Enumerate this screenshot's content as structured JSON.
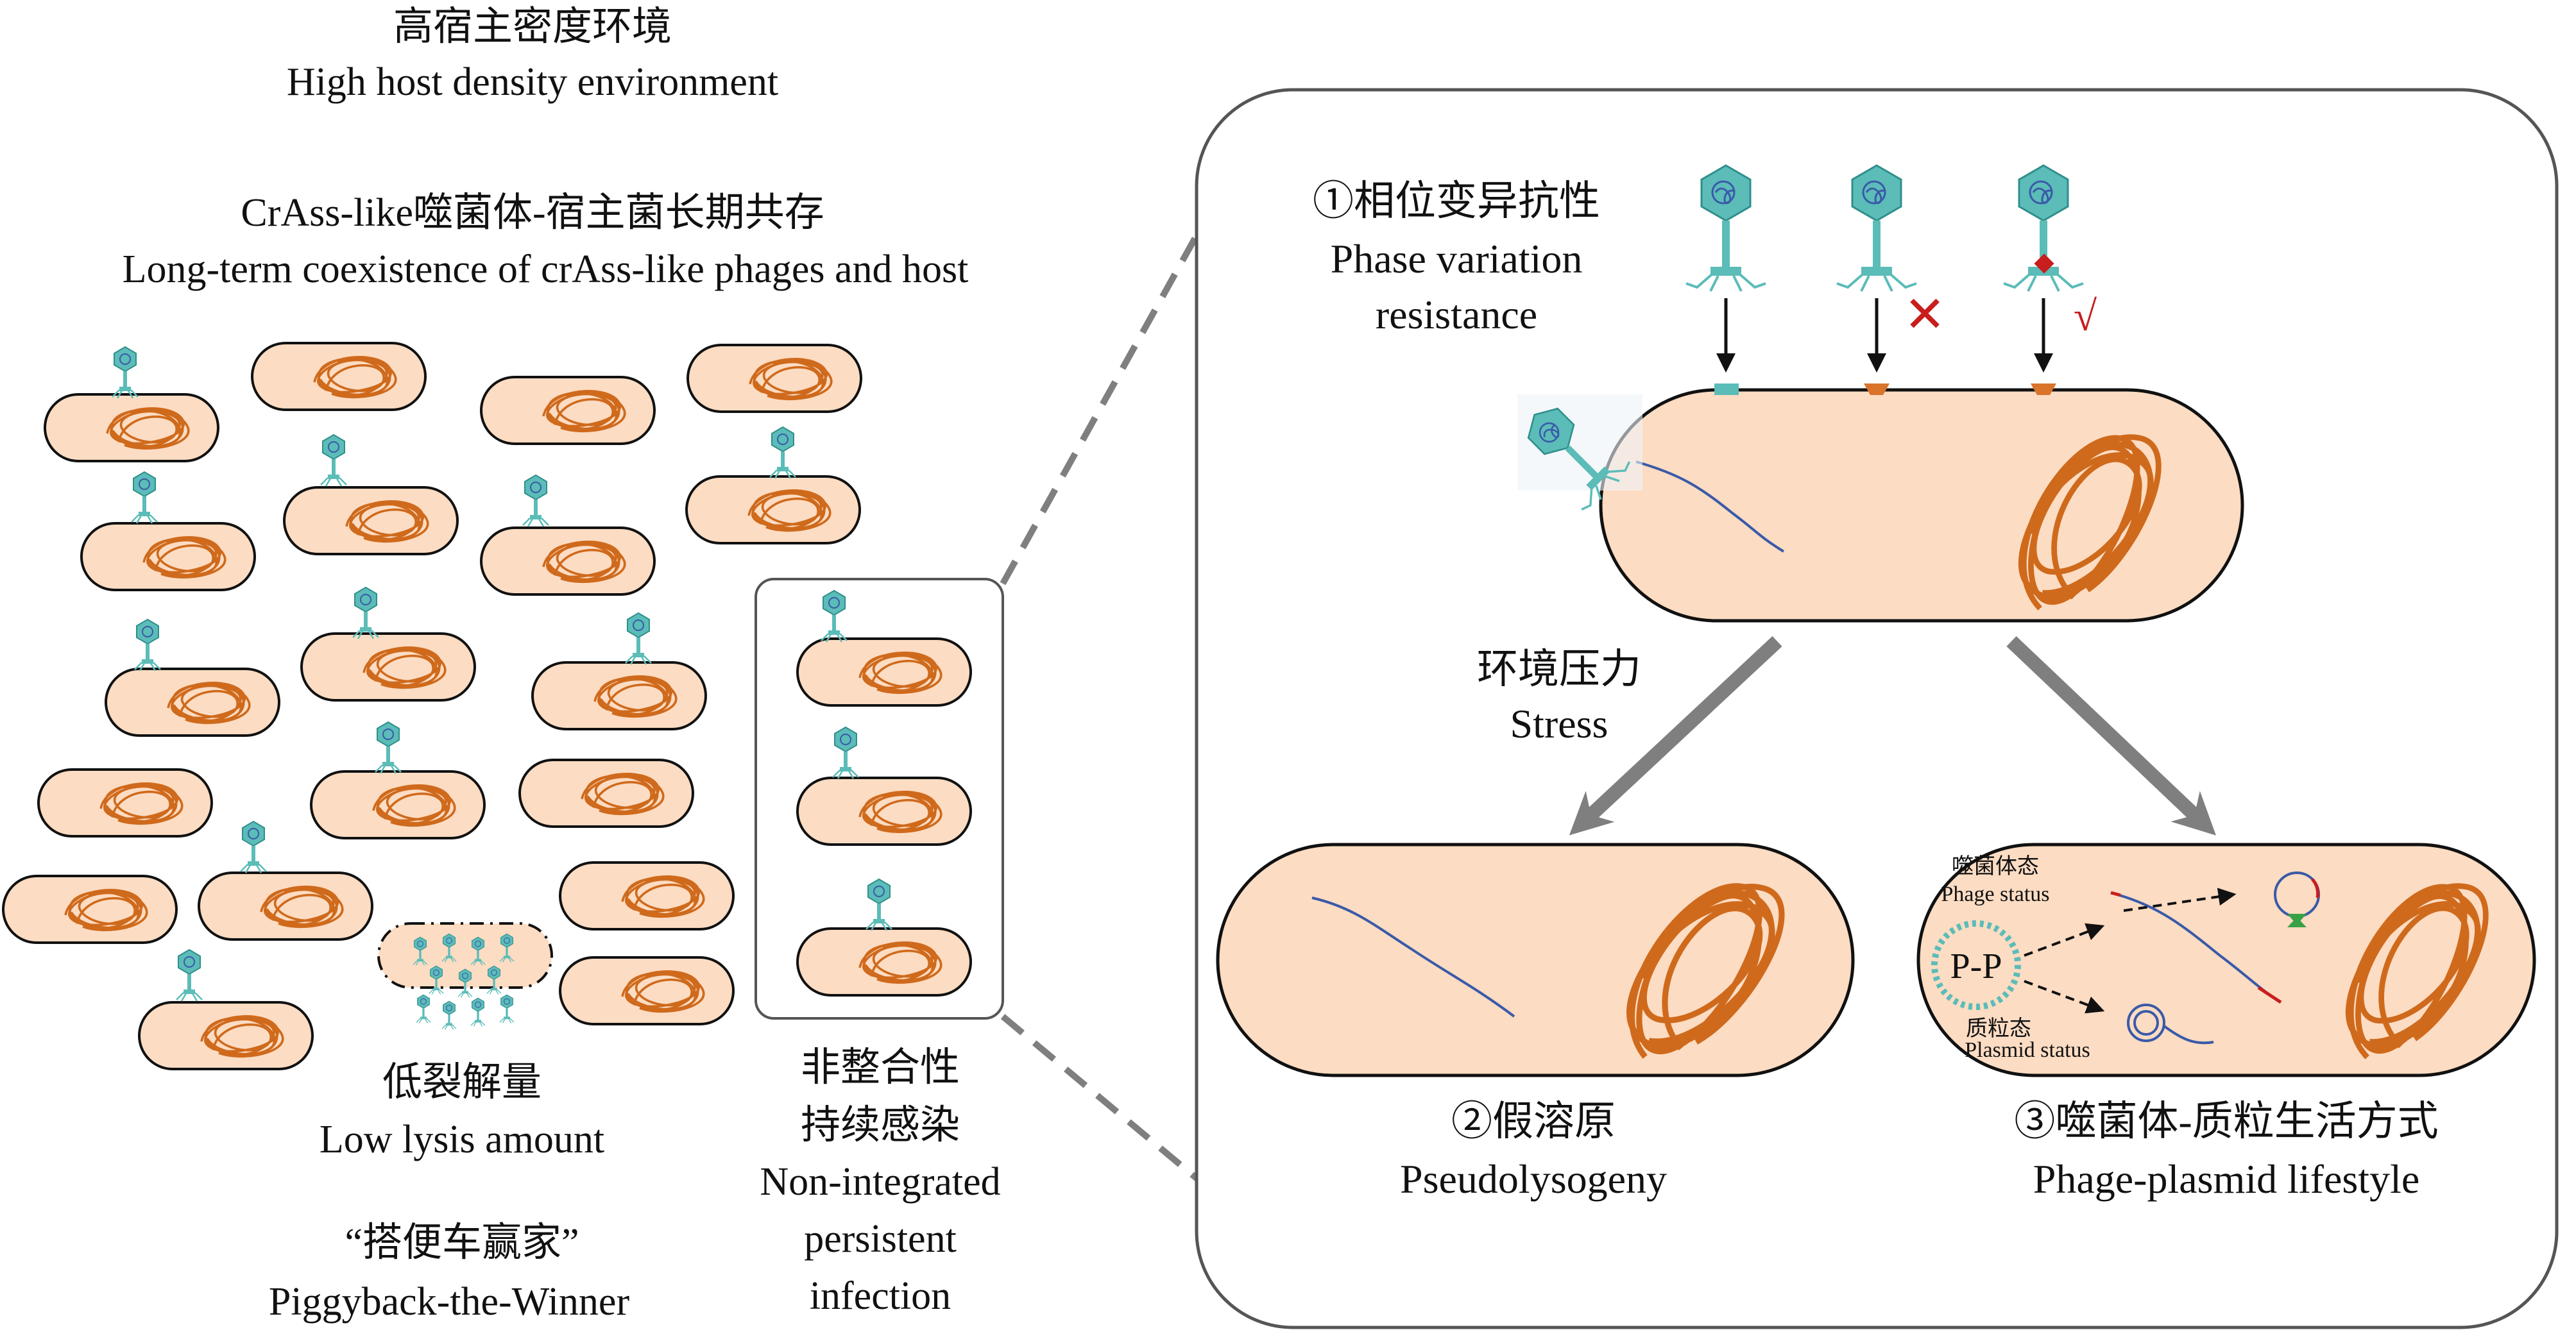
{
  "left": {
    "title_cn": "高宿主密度环境",
    "title_en": "High host density environment",
    "subtitle_cn": "CrAss-like噬菌体-宿主菌长期共存",
    "subtitle_en": "Long-term coexistence of crAss-like phages and host",
    "low_lysis_cn": "低裂解量",
    "low_lysis_en": "Low lysis amount",
    "piggyback_cn": "“搭便车赢家”",
    "piggyback_en": "Piggyback-the-Winner",
    "nonint_cn_1": "非整合性",
    "nonint_cn_2": "持续感染",
    "nonint_en_1": "Non-integrated",
    "nonint_en_2": "persistent",
    "nonint_en_3": "infection"
  },
  "right": {
    "phase_cn": "①相位变异抗性",
    "phase_en_1": "Phase variation",
    "phase_en_2": "resistance",
    "cross_mark": "✕",
    "check_mark": "√",
    "stress_cn": "环境压力",
    "stress_en": "Stress",
    "pseudo_cn": "②假溶原",
    "pseudo_en": "Pseudolysogeny",
    "ppl_cn": "③噬菌体-质粒生活方式",
    "ppl_en": "Phage-plasmid lifestyle",
    "phage_status_cn": "噬菌体态",
    "phage_status_en": "Phage status",
    "plasmid_status_cn": "质粒态",
    "plasmid_status_en": "Plasmid status",
    "pp_label": "P-P"
  },
  "colors": {
    "cell_fill": "#fcdcc3",
    "chromosome": "#cf6a1c",
    "phage": "#5bbcb8",
    "phage_dna": "#3a5aa8",
    "gray_arrow": "#7f7f7f",
    "red_mark": "#c81e1e",
    "receptor_orange": "#d9742a"
  }
}
